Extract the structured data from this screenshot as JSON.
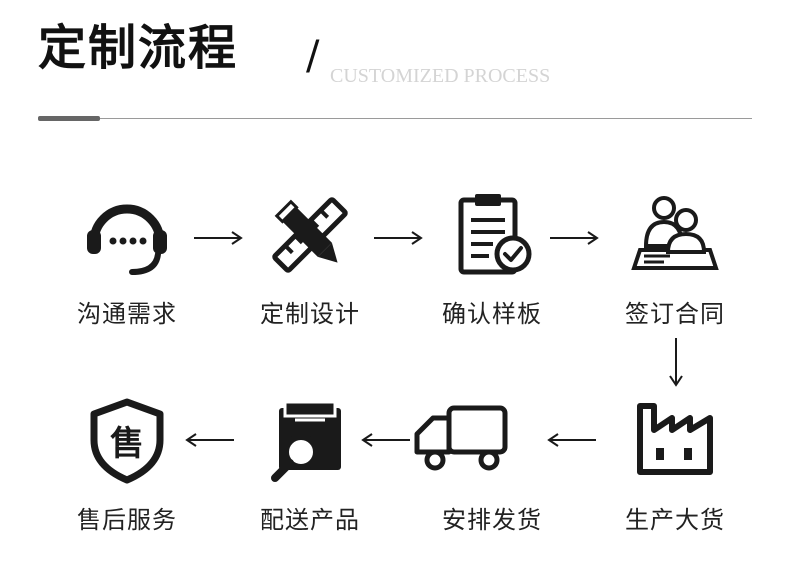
{
  "header": {
    "title": "定制流程",
    "slash": "/",
    "subtitle": "CUSTOMIZED PROCESS"
  },
  "steps": [
    {
      "label": "沟通需求",
      "icon": "headset-icon"
    },
    {
      "label": "定制设计",
      "icon": "pencil-ruler-icon"
    },
    {
      "label": "确认样板",
      "icon": "clipboard-check-icon"
    },
    {
      "label": "签订合同",
      "icon": "contract-people-icon"
    },
    {
      "label": "生产大货",
      "icon": "factory-icon"
    },
    {
      "label": "安排发货",
      "icon": "truck-icon"
    },
    {
      "label": "配送产品",
      "icon": "package-search-icon"
    },
    {
      "label": "售后服务",
      "icon": "after-sales-shield-icon"
    }
  ],
  "sales_glyph": "售",
  "colors": {
    "ink": "#1a1a1a",
    "accent_line": "#666666",
    "subtitle": "#d4d4d4"
  }
}
